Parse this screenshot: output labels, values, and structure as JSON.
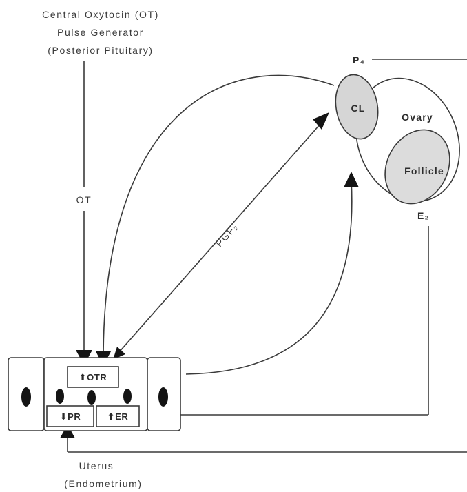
{
  "pulse_generator": {
    "line1": "Central  Oxytocin  (OT)",
    "line2": "Pulse  Generator",
    "line3": "(Posterior   Pituitary)"
  },
  "ot_label": "OT",
  "pgf_label": "PGF₂",
  "p4_label": "P₄",
  "e2_label": "E₂",
  "ovary": {
    "cl": "CL",
    "ovary": "Ovary",
    "follicle": "Follicle"
  },
  "receptors": {
    "otr": "⬆OTR",
    "pr": "⬇PR",
    "er": "⬆ER"
  },
  "uterus": {
    "line1": "Uterus",
    "line2": "(Endometrium)"
  },
  "colors": {
    "line": "#3a3a3a",
    "cl_fill": "#d6d6d6",
    "follicle_fill": "#dcdcdc",
    "arrowhead": "#141414"
  }
}
